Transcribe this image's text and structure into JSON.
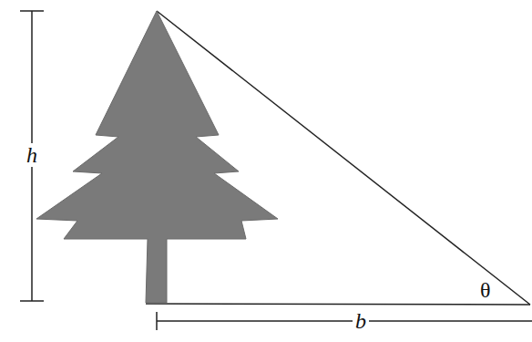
{
  "diagram": {
    "labels": [
      "h",
      "b",
      "θ"
    ]
  }
}
